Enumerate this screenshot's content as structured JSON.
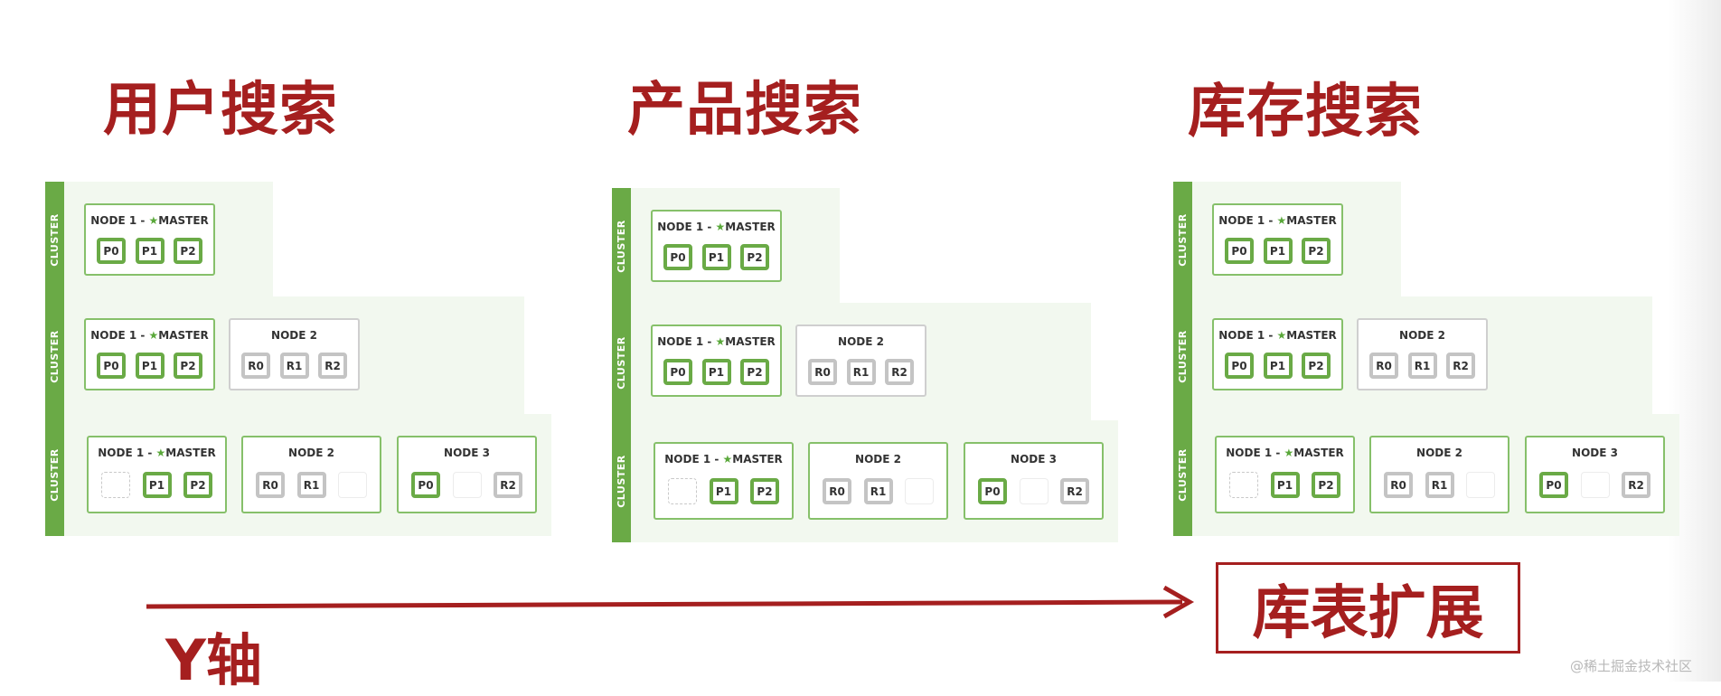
{
  "sections": [
    {
      "title": "用户搜索",
      "cluster_label": "CLUSTER",
      "tiers": [
        {
          "nodes": [
            {
              "label": "NODE 1 - ",
              "master": "MASTER",
              "shards": [
                "P0",
                "P1",
                "P2"
              ]
            }
          ]
        },
        {
          "nodes": [
            {
              "label": "NODE 1 - ",
              "master": "MASTER",
              "shards": [
                "P0",
                "P1",
                "P2"
              ]
            },
            {
              "label": "NODE 2",
              "shards": [
                "R0",
                "R1",
                "R2"
              ]
            }
          ]
        },
        {
          "nodes": [
            {
              "label": "NODE 1 - ",
              "master": "MASTER",
              "shards": [
                "",
                "P1",
                "P2"
              ]
            },
            {
              "label": "NODE 2",
              "shards": [
                "R0",
                "R1",
                ""
              ]
            },
            {
              "label": "NODE 3",
              "shards": [
                "P0",
                "",
                "R2"
              ]
            }
          ]
        }
      ]
    },
    {
      "title": "产品搜索",
      "cluster_label": "CLUSTER",
      "tiers": [
        {
          "nodes": [
            {
              "label": "NODE 1 - ",
              "master": "MASTER",
              "shards": [
                "P0",
                "P1",
                "P2"
              ]
            }
          ]
        },
        {
          "nodes": [
            {
              "label": "NODE 1 - ",
              "master": "MASTER",
              "shards": [
                "P0",
                "P1",
                "P2"
              ]
            },
            {
              "label": "NODE 2",
              "shards": [
                "R0",
                "R1",
                "R2"
              ]
            }
          ]
        },
        {
          "nodes": [
            {
              "label": "NODE 1 - ",
              "master": "MASTER",
              "shards": [
                "",
                "P1",
                "P2"
              ]
            },
            {
              "label": "NODE 2",
              "shards": [
                "R0",
                "R1",
                ""
              ]
            },
            {
              "label": "NODE 3",
              "shards": [
                "P0",
                "",
                "R2"
              ]
            }
          ]
        }
      ]
    },
    {
      "title": "库存搜索",
      "cluster_label": "CLUSTER",
      "tiers": [
        {
          "nodes": [
            {
              "label": "NODE 1 - ",
              "master": "MASTER",
              "shards": [
                "P0",
                "P1",
                "P2"
              ]
            }
          ]
        },
        {
          "nodes": [
            {
              "label": "NODE 1 - ",
              "master": "MASTER",
              "shards": [
                "P0",
                "P1",
                "P2"
              ]
            },
            {
              "label": "NODE 2",
              "shards": [
                "R0",
                "R1",
                "R2"
              ]
            }
          ]
        },
        {
          "nodes": [
            {
              "label": "NODE 1 - ",
              "master": "MASTER",
              "shards": [
                "",
                "P1",
                "P2"
              ]
            },
            {
              "label": "NODE 2",
              "shards": [
                "R0",
                "R1",
                ""
              ]
            },
            {
              "label": "NODE 3",
              "shards": [
                "P0",
                "",
                "R2"
              ]
            }
          ]
        }
      ]
    }
  ],
  "axis_label": "Y轴",
  "extension_label": "库表扩展",
  "watermark": "@稀土掘金技术社区",
  "colors": {
    "title_red": "#a51f1f",
    "cluster_green": "#6aaa46",
    "replica_gray": "#c4c4c4",
    "tier_bg": "#f2f8ef"
  }
}
